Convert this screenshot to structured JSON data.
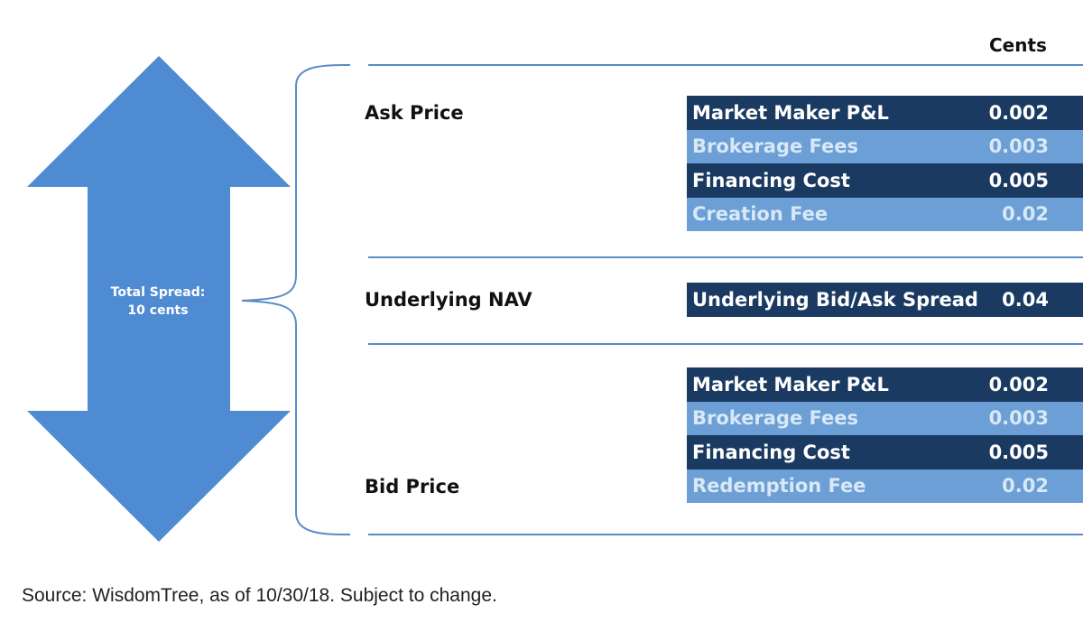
{
  "arrow": {
    "line1": "Total Spread:",
    "line2": "10 cents",
    "color": "#4f8bd2"
  },
  "column_header": "Cents",
  "sections": {
    "ask_price": "Ask Price",
    "underlying_nav": "Underlying NAV",
    "bid_price": "Bid Price"
  },
  "ask_rows": [
    {
      "label": "Market Maker P&L",
      "value": "0.002"
    },
    {
      "label": "Brokerage Fees",
      "value": "0.003"
    },
    {
      "label": "Financing Cost",
      "value": "0.005"
    },
    {
      "label": "Creation Fee",
      "value": "0.02"
    }
  ],
  "nav_row": {
    "label": "Underlying Bid/Ask Spread",
    "value": "0.04"
  },
  "bid_rows": [
    {
      "label": "Market Maker P&L",
      "value": "0.002"
    },
    {
      "label": "Brokerage Fees",
      "value": "0.003"
    },
    {
      "label": "Financing Cost",
      "value": "0.005"
    },
    {
      "label": "Redemption Fee",
      "value": "0.02"
    }
  ],
  "colors": {
    "dark_row": "#1a3a62",
    "light_row": "#6b9fd5",
    "divider": "#5a8cc8"
  },
  "source": "Source: WisdomTree, as of 10/30/18. Subject to change."
}
